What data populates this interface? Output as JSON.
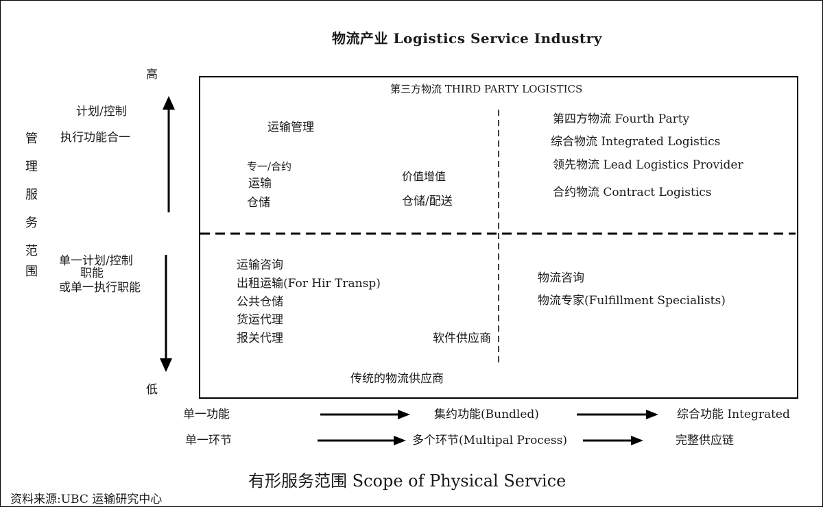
{
  "title": "物流产业 Logistics Service Industry",
  "y_axis": {
    "high": "高",
    "low": "低",
    "side_label_chars": [
      "管",
      "理",
      "服",
      "务",
      "范",
      "围"
    ],
    "upper_text_1": "计划/控制",
    "upper_text_2": "执行功能合一",
    "lower_text_1": "单一计划/控制",
    "lower_text_2": "职能",
    "lower_text_3": "或单一执行职能"
  },
  "box": {
    "top_label": "第三方物流 THIRD PARTY LOGISTICS",
    "q1": {
      "transport_mgmt": "运输管理",
      "items": [
        "专一/合约",
        "运输",
        "仓储"
      ],
      "value_added": "价值增值",
      "warehouse_dist": "仓储/配送"
    },
    "q2": {
      "items": [
        "第四方物流 Fourth Party",
        "综合物流 Integrated Logistics",
        "领先物流 Lead Logistics Provider",
        "合约物流 Contract Logistics"
      ]
    },
    "q3": {
      "items": [
        "运输咨询",
        "出租运输(For Hir Transp)",
        "公共仓储",
        "货运代理",
        "报关代理"
      ],
      "software": "软件供应商",
      "traditional": "传统的物流供应商"
    },
    "q4": {
      "items": [
        "物流咨询",
        "物流专家(Fulfillment Specialists)"
      ]
    }
  },
  "x_axis": {
    "row1": [
      "单一功能",
      "集约功能(Bundled)",
      "综合功能 Integrated"
    ],
    "row2": [
      "单一环节",
      "多个环节(Multipal Process)",
      "完整供应链"
    ],
    "caption": "有形服务范围 Scope of Physical Service"
  },
  "source": "资料来源:UBC 运输研究中心"
}
